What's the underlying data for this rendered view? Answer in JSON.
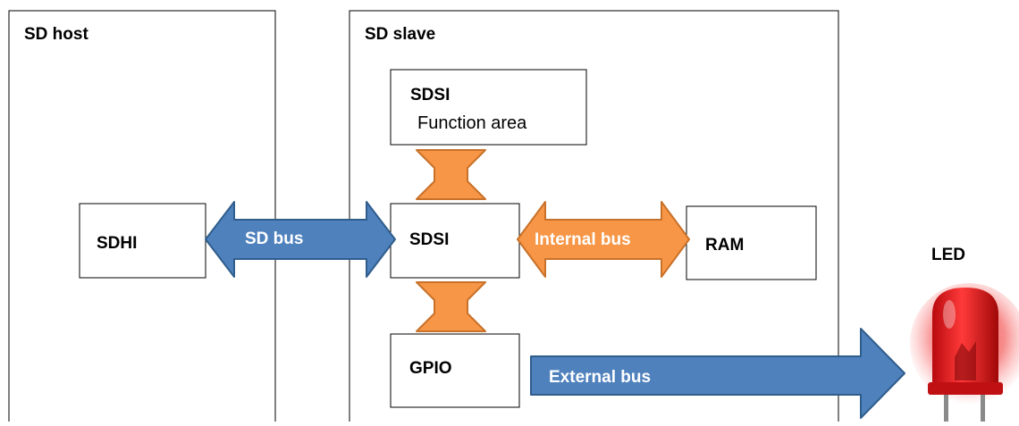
{
  "host": {
    "title": "SD host",
    "sdhi_label": "SDHI"
  },
  "slave": {
    "title": "SD slave",
    "sdsi_function_title": "SDSI",
    "sdsi_function_subtitle": "Function area",
    "sdsi_label": "SDSI",
    "ram_label": "RAM",
    "gpio_label": "GPIO"
  },
  "buses": {
    "sd_bus": "SD bus",
    "internal_bus": "Internal bus",
    "external_bus": "External bus"
  },
  "led": {
    "label": "LED"
  },
  "colors": {
    "sd_bus_fill": "#4f81bd",
    "sd_bus_stroke": "#2f5d8c",
    "internal_fill": "#f79646",
    "internal_stroke": "#c8712a",
    "led_red": "#e8161b",
    "outline": "#000000"
  }
}
